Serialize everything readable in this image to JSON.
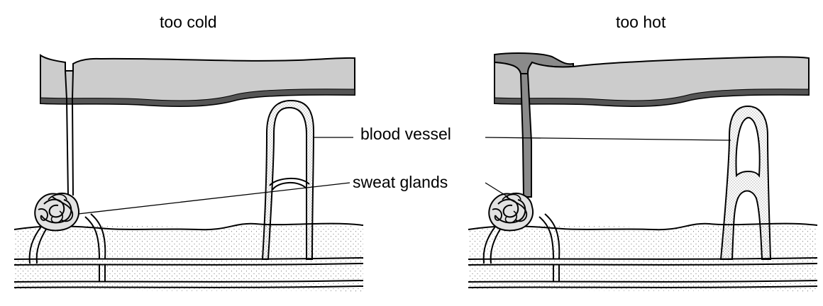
{
  "titles": {
    "left": "too cold",
    "right": "too hot"
  },
  "labels": {
    "blood_vessel": "blood vessel",
    "sweat_glands": "sweat glands"
  },
  "colors": {
    "epidermis": "#cccccc",
    "basal_layer": "#555555",
    "sweat_duct_active": "#8a8a8a",
    "stipple": "#555555",
    "outline": "#000000"
  }
}
